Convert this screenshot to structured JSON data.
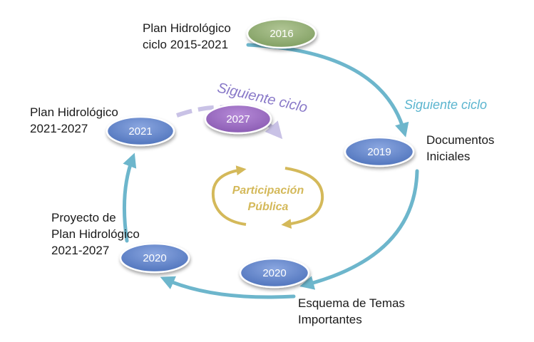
{
  "colors": {
    "cycle_arrow": "#6db6cc",
    "next_cycle_arrow": "#c9c2e6",
    "participation": "#d4b95a",
    "node_blue": "#5f80c6",
    "node_green": "#92ab74",
    "node_purple": "#9a6bc0",
    "siguiente_blue": "#5bb5cf",
    "siguiente_purple": "#8878c8"
  },
  "nodes": {
    "n2016": {
      "year": "2016",
      "lines": [
        "Plan Hidrológico",
        "ciclo 2015-2021"
      ]
    },
    "n2019": {
      "year": "2019",
      "lines": [
        "Documentos",
        "Iniciales"
      ]
    },
    "n2020_ept": {
      "year": "2020",
      "lines": [
        "Esquema de Temas",
        "Importantes"
      ]
    },
    "n2020_proyecto": {
      "year": "2020",
      "lines": [
        "Proyecto de",
        "Plan Hidrológico",
        "2021-2027"
      ]
    },
    "n2021": {
      "year": "2021",
      "lines": [
        "Plan Hidrológico",
        "2021-2027"
      ]
    },
    "n2027": {
      "year": "2027"
    }
  },
  "center": {
    "line1": "Participación",
    "line2": "Pública"
  },
  "siguiente_ciclo_right": "Siguiente ciclo",
  "siguiente_ciclo_top": "Siguiente ciclo"
}
